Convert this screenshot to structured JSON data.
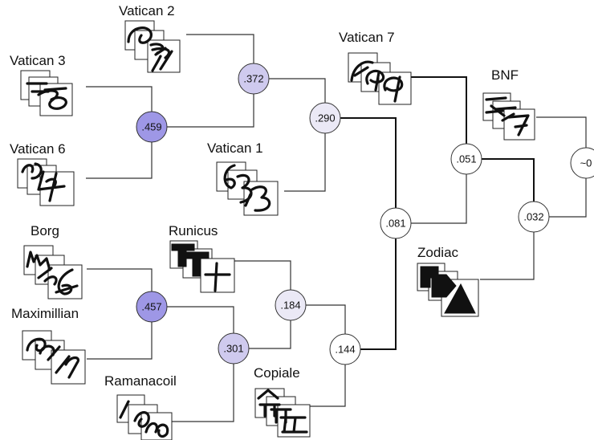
{
  "diagram": {
    "leaves": {
      "vatican2": "Vatican 2",
      "vatican3": "Vatican 3",
      "vatican6": "Vatican 6",
      "vatican1": "Vatican 1",
      "vatican7": "Vatican 7",
      "bnf": "BNF",
      "zodiac": "Zodiac",
      "borg": "Borg",
      "maximillian": "Maximillian",
      "runicus": "Runicus",
      "ramanacoil": "Ramanacoil",
      "copiale": "Copiale"
    },
    "nodes": {
      "n372": ".372",
      "n459": ".459",
      "n290": ".290",
      "n081": ".081",
      "n051": ".051",
      "n032": ".032",
      "n0": "~0",
      "n457": ".457",
      "n301": ".301",
      "n184": ".184",
      "n144": ".144"
    },
    "colors": {
      "strong": "#9e97e6",
      "medium": "#cfcaee",
      "light": "#ebe9f6",
      "none": "#ffffff"
    }
  }
}
